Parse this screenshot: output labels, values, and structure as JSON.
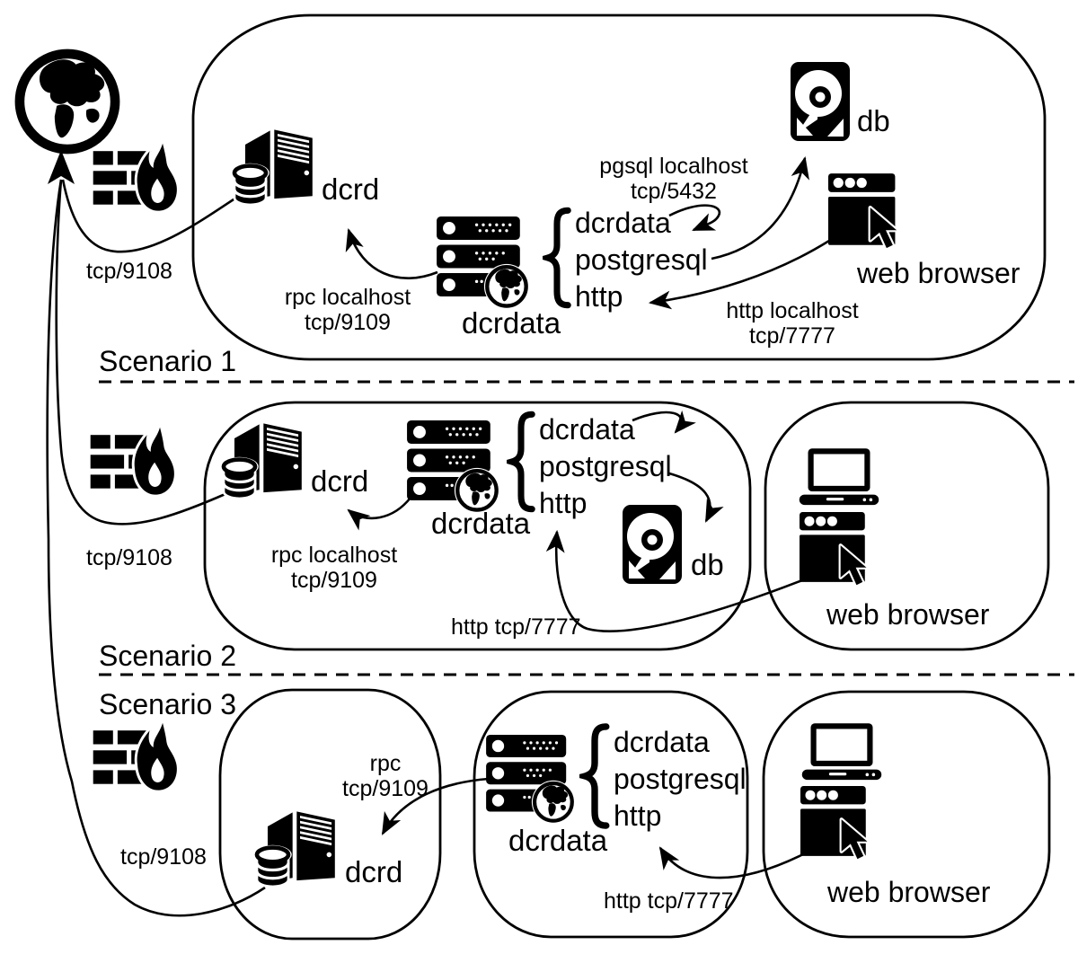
{
  "diagram": {
    "internet": {
      "icon": "internet-globe-icon"
    },
    "scenario1": {
      "label": "Scenario 1",
      "dcrd_label": "dcrd",
      "dcrdata_label": "dcrdata",
      "services": [
        "dcrdata",
        "postgresql",
        "http"
      ],
      "db_label": "db",
      "browser_label": "web browser",
      "conn_internet": "tcp/9108",
      "conn_rpc_line1": "rpc localhost",
      "conn_rpc_line2": "tcp/9109",
      "conn_pgsql_line1": "pgsql localhost",
      "conn_pgsql_line2": "tcp/5432",
      "conn_http_line1": "http localhost",
      "conn_http_line2": "tcp/7777"
    },
    "scenario2": {
      "label": "Scenario 2",
      "dcrd_label": "dcrd",
      "dcrdata_label": "dcrdata",
      "services": [
        "dcrdata",
        "postgresql",
        "http"
      ],
      "db_label": "db",
      "browser_label": "web browser",
      "conn_internet": "tcp/9108",
      "conn_rpc_line1": "rpc localhost",
      "conn_rpc_line2": "tcp/9109",
      "conn_http": "http tcp/7777"
    },
    "scenario3": {
      "label": "Scenario 3",
      "dcrd_label": "dcrd",
      "dcrdata_label": "dcrdata",
      "services": [
        "dcrdata",
        "postgresql",
        "http"
      ],
      "browser_label": "web browser",
      "conn_internet": "tcp/9108",
      "conn_rpc_line1": "rpc",
      "conn_rpc_line2": "tcp/9109",
      "conn_http": "http tcp/7777"
    },
    "colors": {
      "ink": "#000000",
      "background": "#ffffff"
    },
    "icons": [
      "internet-globe-icon",
      "firewall-icon",
      "dcrd-server-icon",
      "dcrdata-rack-icon",
      "brace-icon",
      "db-disk-icon",
      "web-browser-icon",
      "laptop-icon",
      "cursor-icon"
    ]
  }
}
